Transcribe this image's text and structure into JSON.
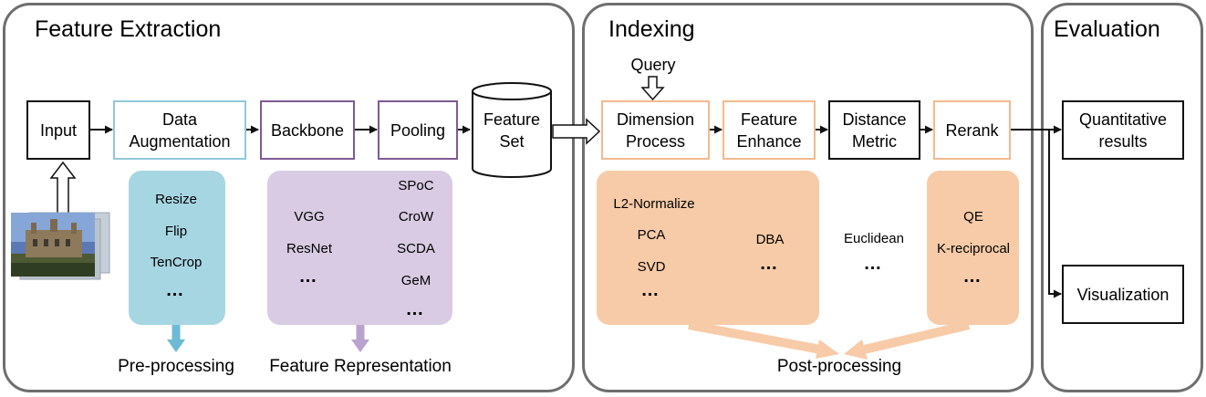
{
  "stages": {
    "feature_extraction": "Feature Extraction",
    "indexing": "Indexing",
    "evaluation": "Evaluation"
  },
  "boxes": {
    "input": "Input",
    "data_augmentation": [
      "Data",
      "Augmentation"
    ],
    "backbone": "Backbone",
    "pooling": "Pooling",
    "feature_set": [
      "Feature",
      "Set"
    ],
    "dimension_process": [
      "Dimension",
      "Process"
    ],
    "feature_enhance": [
      "Feature",
      "Enhance"
    ],
    "distance_metric": [
      "Distance",
      "Metric"
    ],
    "rerank": "Rerank",
    "quantitative_results": [
      "Quantitative",
      "results"
    ],
    "visualization": "Visualization"
  },
  "query": "Query",
  "preprocessing": {
    "items": [
      "Resize",
      "Flip",
      "TenCrop"
    ],
    "ellipsis": "…",
    "caption": "Pre-processing"
  },
  "feature_representation": {
    "backbones": [
      "VGG",
      "ResNet"
    ],
    "backbones_ellipsis": "…",
    "poolings": [
      "SPoC",
      "CroW",
      "SCDA",
      "GeM"
    ],
    "poolings_ellipsis": "…",
    "caption": "Feature Representation"
  },
  "postprocessing": {
    "dimension_items": [
      "L2-Normalize",
      "PCA",
      "SVD"
    ],
    "dimension_ellipsis": "…",
    "enhance_items": [
      "DBA"
    ],
    "enhance_ellipsis": "…",
    "distance_items": [
      "Euclidean"
    ],
    "distance_ellipsis": "…",
    "rerank_items": [
      "QE",
      "K-reciprocal"
    ],
    "rerank_ellipsis": "…",
    "caption": "Post-processing"
  },
  "colors": {
    "stage_border": "#6e6e6e",
    "preprocessing": "#a7d6e3",
    "feature_representation": "#d8cbe3",
    "postprocessing": "#f7cba7",
    "augmentation_border": "#8fc9d9",
    "backbone_border": "#7e5a96",
    "indexing_border": "#f3b98e"
  }
}
